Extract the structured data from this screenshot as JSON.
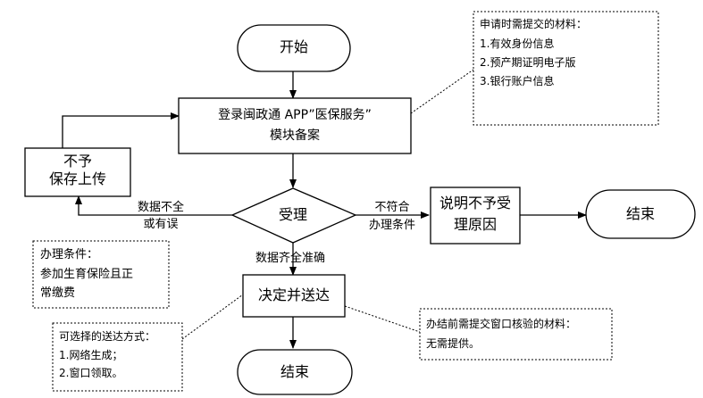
{
  "nodes": {
    "start": "开始",
    "login_line1": "登录闽政通 APP”医保服务”",
    "login_line2": "模块备案",
    "not_saved_line1": "不予",
    "not_saved_line2": "保存上传",
    "review": "受理",
    "explain_line1": "说明不予受",
    "explain_line2": "理原因",
    "end_right": "结束",
    "decide": "决定并送达",
    "end_bottom": "结束"
  },
  "edge_labels": {
    "incomplete_line1": "数据不全",
    "incomplete_line2": "或有误",
    "not_meet_line1": "不符合",
    "not_meet_line2": "办理条件",
    "complete": "数据齐全准确"
  },
  "notes": {
    "materials": {
      "title": "申请时需提交的材料：",
      "items": [
        "1.有效身份信息",
        "2.预产期证明电子版",
        "3.银行账户信息"
      ]
    },
    "conditions": {
      "title": "办理条件：",
      "lines": [
        "参加生育保险且正",
        "常缴费"
      ]
    },
    "delivery": {
      "title": "可选择的送达方式：",
      "items": [
        "1.网络生成；",
        "2.窗口领取。"
      ]
    },
    "window_check": {
      "title": "办结前需提交窗口核验的材料：",
      "body": "无需提供。"
    }
  }
}
